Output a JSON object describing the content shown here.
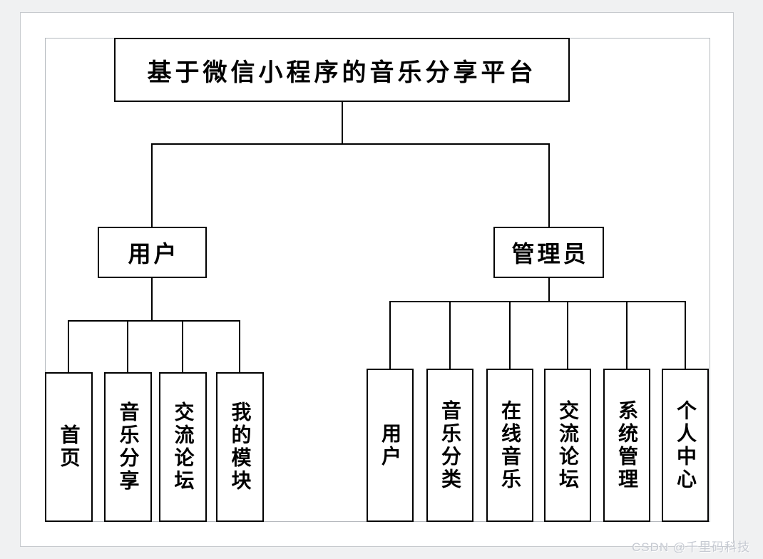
{
  "watermark": "CSDN @千里码科技",
  "diagram": {
    "title": "基于微信小程序的音乐分享平台",
    "branches": [
      {
        "label": "用户",
        "children": [
          "首页",
          "音乐分享",
          "交流论坛",
          "我的模块"
        ]
      },
      {
        "label": "管理员",
        "children": [
          "用户",
          "音乐分类",
          "在线音乐",
          "交流论坛",
          "系统管理",
          "个人中心"
        ]
      }
    ]
  },
  "colors": {
    "canvas_background": "#f0f1f2",
    "page_background": "#ffffff",
    "line_color": "#000000",
    "frame_border": "#b4b8bd",
    "watermark_color": "#c6cad2"
  }
}
